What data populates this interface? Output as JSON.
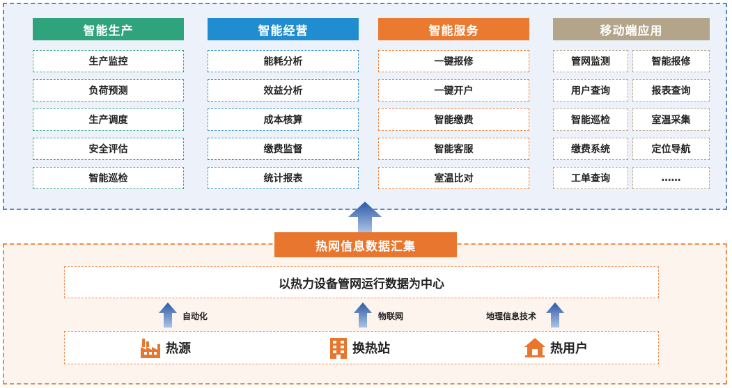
{
  "columns": [
    {
      "title": "智能生产",
      "items": [
        "生产监控",
        "负荷预测",
        "生产调度",
        "安全评估",
        "智能巡检"
      ],
      "color": "#2fa37c"
    },
    {
      "title": "智能经营",
      "items": [
        "能耗分析",
        "效益分析",
        "成本核算",
        "缴费监督",
        "统计报表"
      ],
      "color": "#1f8dd0"
    },
    {
      "title": "智能服务",
      "items": [
        "一键报修",
        "一键开户",
        "智能缴费",
        "智能客服",
        "室温比对"
      ],
      "color": "#ea7a30"
    },
    {
      "title": "移动端应用",
      "items_left": [
        "管网监测",
        "用户查询",
        "智能巡检",
        "缴费系统",
        "工单查询"
      ],
      "items_right": [
        "智能报修",
        "报表查询",
        "室温采集",
        "定位导航",
        "……"
      ],
      "color": "#b3a589"
    }
  ],
  "hub": {
    "label": "热网信息数据汇集"
  },
  "center": {
    "label": "以热力设备管网运行数据为中心"
  },
  "tech": [
    "自动化",
    "物联网",
    "地理信息技术"
  ],
  "sources": [
    {
      "label": "热源",
      "icon": "factory-icon"
    },
    {
      "label": "换热站",
      "icon": "building-icon"
    },
    {
      "label": "热用户",
      "icon": "house-icon"
    }
  ],
  "colors": {
    "arrow": "#2d5aa6",
    "orange": "#e8762e"
  }
}
